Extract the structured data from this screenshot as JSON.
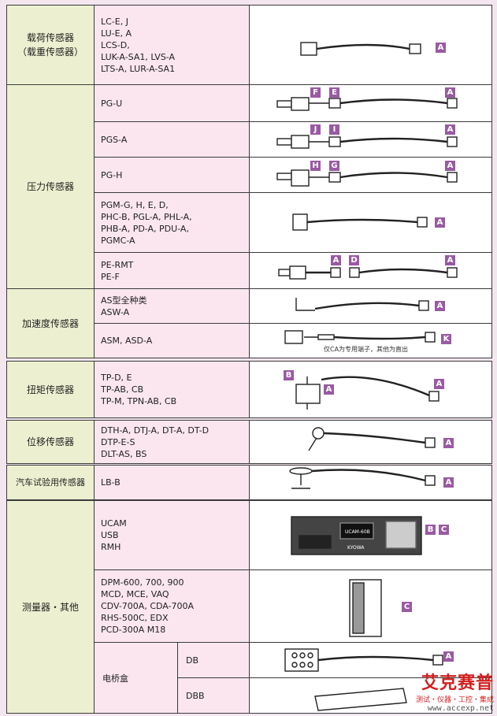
{
  "rows": [
    {
      "category": [
        "载荷传感器",
        "（载重传感器）"
      ],
      "models": [
        "LC-E, J",
        "LU-E, A",
        "LCS-D,",
        "LUK-A-SA1, LVS-A",
        "LTS-A, LUR-A-SA1"
      ]
    },
    {
      "category": [
        "压力传感器"
      ],
      "subrows": [
        {
          "models": [
            "PG-U"
          ]
        },
        {
          "models": [
            "PGS-A"
          ]
        },
        {
          "models": [
            "PG-H"
          ]
        },
        {
          "models": [
            "PGM-G, H, E, D,",
            "PHC-B, PGL-A, PHL-A,",
            "PHB-A, PD-A, PDU-A,",
            "PGMC-A"
          ]
        },
        {
          "models": [
            "PE-RMT",
            "PE-F"
          ]
        }
      ]
    },
    {
      "category": [
        "加速度传感器"
      ],
      "subrows": [
        {
          "models": [
            "AS型全种类",
            "ASW-A"
          ]
        },
        {
          "models": [
            "ASM, ASD-A"
          ]
        }
      ]
    },
    {
      "category": [
        "扭矩传感器"
      ],
      "models": [
        "TP-D, E",
        "TP-AB, CB",
        "TP-M, TPN-AB, CB"
      ]
    },
    {
      "category": [
        "位移传感器"
      ],
      "models": [
        "DTH-A, DTJ-A, DT-A, DT-D",
        "DTP-E-S",
        "DLT-AS, BS"
      ]
    },
    {
      "category": [
        "汽车试验用传感器"
      ],
      "models": [
        "LB-B"
      ]
    },
    {
      "category": [
        "测量器・其他"
      ],
      "subrows": [
        {
          "models": [
            "UCAM",
            "USB",
            "RMH"
          ]
        },
        {
          "models": [
            "DPM-600, 700, 900",
            "MCD, MCE, VAQ",
            "CDV-700A, CDA-700A",
            "RHS-500C, EDX",
            "PCD-300A M18"
          ]
        },
        {
          "group": "电桥盒",
          "models": [
            "DB"
          ]
        },
        {
          "group": "电桥盒",
          "models": [
            "DBB"
          ]
        }
      ]
    }
  ],
  "labels": {
    "r1": [
      "A"
    ],
    "r2": [
      "F",
      "E",
      "A"
    ],
    "r3": [
      "J",
      "I",
      "A"
    ],
    "r4": [
      "H",
      "G",
      "A"
    ],
    "r5": [
      "A"
    ],
    "r6": [
      "A",
      "D",
      "A"
    ],
    "r7": [
      "A"
    ],
    "r8": [
      "K"
    ],
    "r9": [
      "B",
      "A",
      "A"
    ],
    "r10": [
      "A"
    ],
    "r11": [
      "A"
    ],
    "r12": [
      "B",
      "C"
    ],
    "r13": [
      "C"
    ],
    "r14": [
      "A"
    ]
  },
  "note_asm": "仅CA为专用端子，其他为直出",
  "device_screen_text": "UCAM-60B",
  "device_brand": "KYOWA",
  "watermark": {
    "name": "艾克赛普",
    "tagline": "测试・仪器・工控・集成",
    "url": "www.accexp.net"
  },
  "colors": {
    "label_bg": "#9a5aa3",
    "category_bg": "#edf0d0",
    "model_bg": "#fbe6ef",
    "border": "#3a3a3a"
  }
}
